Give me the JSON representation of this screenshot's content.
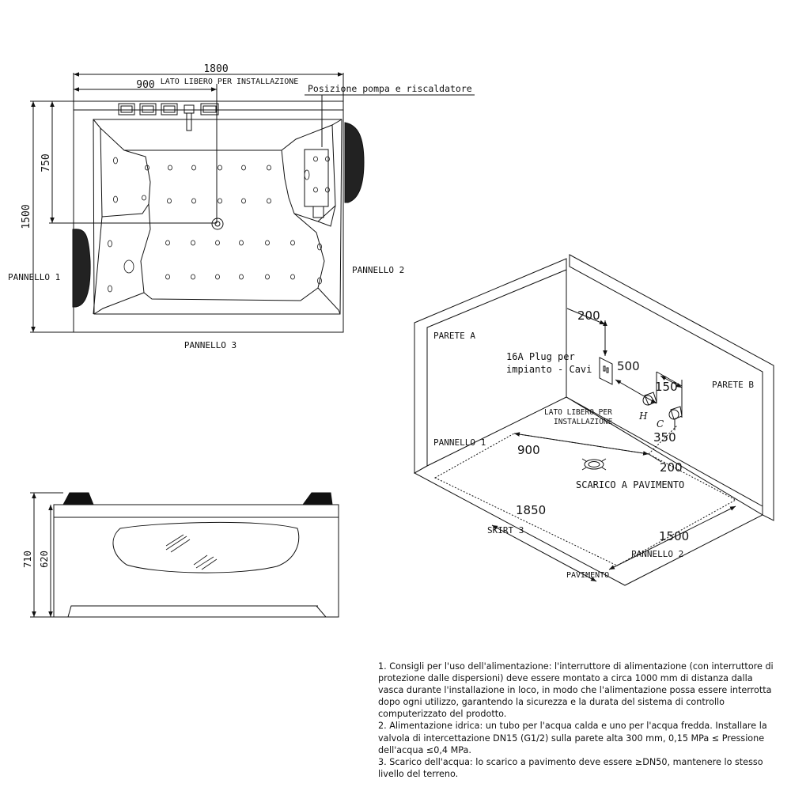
{
  "top_view": {
    "dim_width": "1800",
    "dim_half": "900",
    "free_side": "LATO LIBERO PER INSTALLAZIONE",
    "pump_label": "Posizione pompa e riscaldatore",
    "dim_depth": "1500",
    "dim_750": "750",
    "panel_1": "PANNELLO 1",
    "panel_2": "PANNELLO 2",
    "panel_3": "PANNELLO 3"
  },
  "side_view": {
    "dim_710": "710",
    "dim_620": "620"
  },
  "iso_view": {
    "wall_a": "PARETE A",
    "wall_b": "PARETE B",
    "plug_line1": "16A Plug per",
    "plug_line2": "impianto - Cavi",
    "dim_200_top": "200",
    "dim_500": "500",
    "dim_150": "150",
    "dim_350": "350",
    "dim_200_bottom": "200",
    "dim_900": "900",
    "dim_1850": "1850",
    "dim_1500": "1500",
    "hot_mark": "H",
    "cold_mark": "C",
    "free_side_line1": "LATO LIBERO PER",
    "free_side_line2": "INSTALLAZIONE",
    "panel_1": "PANNELLO 1",
    "floor_drain": "SCARICO A PAVIMENTO",
    "skirt_3": "SKIRT 3",
    "panel_2": "PANNELLO 2",
    "floor": "PAVIMENTO"
  },
  "notes": [
    "1. Consigli per l'uso dell'alimentazione: l'interruttore di alimentazione (con interruttore di protezione dalle dispersioni) deve essere montato a circa 1000 mm di distanza dalla vasca durante l'installazione in loco, in modo che l'alimentazione possa essere interrotta dopo ogni utilizzo, garantendo la sicurezza e la durata del sistema di controllo computerizzato del prodotto.",
    "2. Alimentazione idrica: un tubo per l'acqua calda e uno per l'acqua fredda. Installare la valvola di intercettazione DN15 (G1/2) sulla parete alta 300 mm, 0,15 MPa ≤ Pressione dell'acqua ≤0,4 MPa.",
    "3. Scarico dell'acqua: lo scarico a pavimento deve essere ≥DN50, mantenere lo stesso livello del terreno."
  ]
}
